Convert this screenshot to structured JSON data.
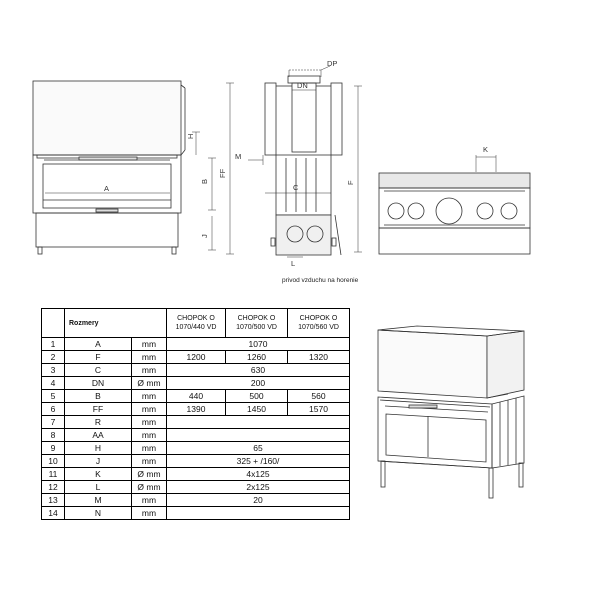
{
  "dimension_labels": {
    "A": "A",
    "H": "H",
    "B": "B",
    "J": "J",
    "FF": "FF",
    "DP": "DP",
    "DN": "DN",
    "M": "M",
    "C": "C",
    "F": "F",
    "L": "L",
    "K": "K"
  },
  "caption": "privod vzduchu na horenie",
  "table": {
    "title": "Rozmery",
    "columns": [
      "CHOPOK O 1070/440 VD",
      "CHOPOK O 1070/500 VD",
      "CHOPOK O 1070/560 VD"
    ],
    "rows": [
      {
        "num": "1",
        "name": "A",
        "unit": "mm",
        "values": [
          "1070"
        ]
      },
      {
        "num": "2",
        "name": "F",
        "unit": "mm",
        "values": [
          "1200",
          "1260",
          "1320"
        ]
      },
      {
        "num": "3",
        "name": "C",
        "unit": "mm",
        "values": [
          "630"
        ]
      },
      {
        "num": "4",
        "name": "DN",
        "unit": "Ø mm",
        "values": [
          "200"
        ]
      },
      {
        "num": "5",
        "name": "B",
        "unit": "mm",
        "values": [
          "440",
          "500",
          "560"
        ]
      },
      {
        "num": "6",
        "name": "FF",
        "unit": "mm",
        "values": [
          "1390",
          "1450",
          "1570"
        ]
      },
      {
        "num": "7",
        "name": "R",
        "unit": "mm",
        "values": [
          ""
        ]
      },
      {
        "num": "8",
        "name": "AA",
        "unit": "mm",
        "values": [
          ""
        ]
      },
      {
        "num": "9",
        "name": "H",
        "unit": "mm",
        "values": [
          "65"
        ]
      },
      {
        "num": "10",
        "name": "J",
        "unit": "mm",
        "values": [
          "325 + /160/"
        ]
      },
      {
        "num": "11",
        "name": "K",
        "unit": "Ø mm",
        "values": [
          "4x125"
        ]
      },
      {
        "num": "12",
        "name": "L",
        "unit": "Ø mm",
        "values": [
          "2x125"
        ]
      },
      {
        "num": "13",
        "name": "M",
        "unit": "mm",
        "values": [
          "20"
        ]
      },
      {
        "num": "14",
        "name": "N",
        "unit": "mm",
        "values": [
          ""
        ]
      }
    ]
  }
}
